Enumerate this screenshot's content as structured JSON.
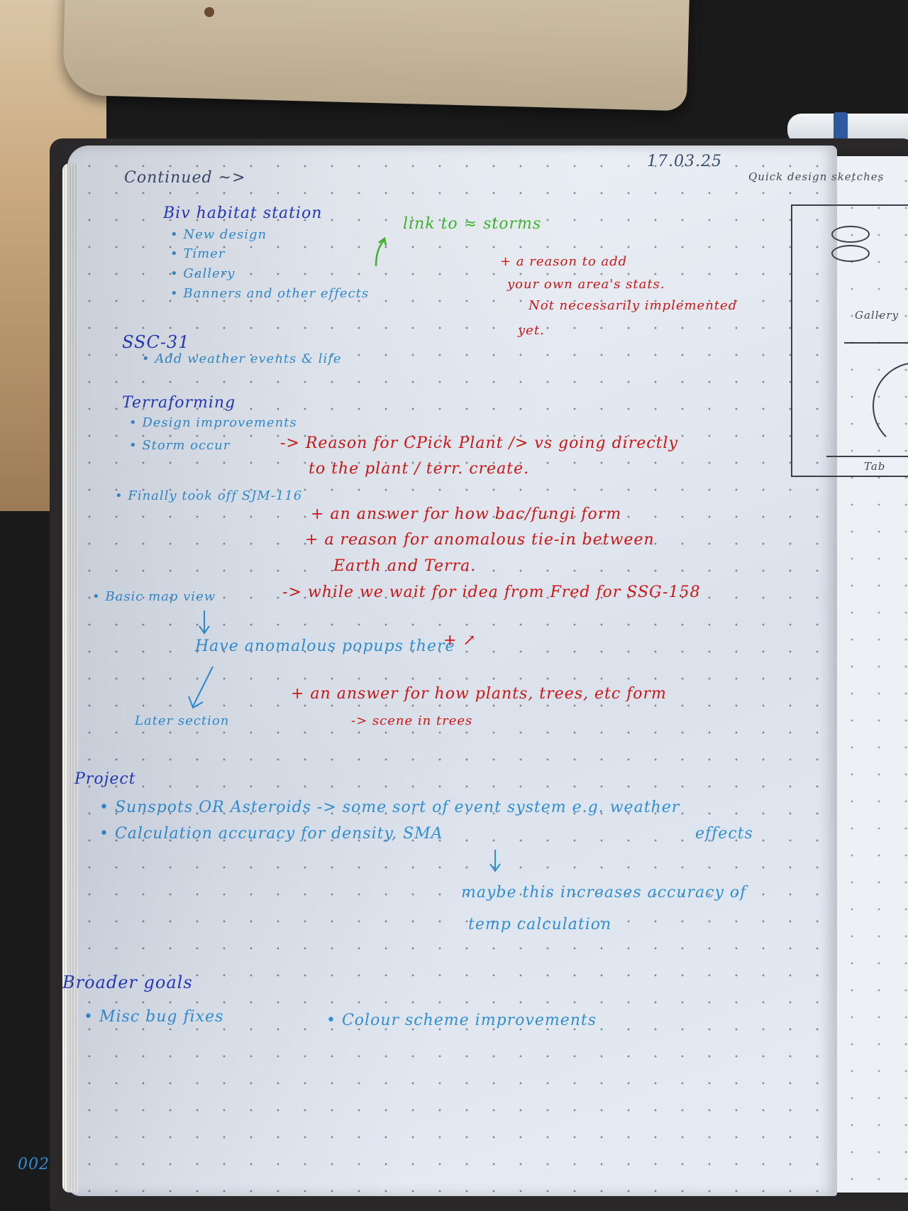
{
  "left_page": {
    "header": "Continued ~>",
    "date": "17.03.25",
    "section1": {
      "title": "Biv habitat station",
      "items": [
        "• New design",
        "• Timer",
        "• Gallery",
        "• Banners and other effects"
      ]
    },
    "green_note": "link to ≈ storms",
    "red_note_1": [
      "+ a reason to add",
      "your own area's stats.",
      "Not necessarily implemented",
      "yet."
    ],
    "section2": {
      "title": "SSC-31",
      "items": [
        "• Add weather events & life"
      ]
    },
    "section3": {
      "title": "Terraforming",
      "items": [
        "• Design improvements",
        "• Storm occur",
        "• Finally took off SJM-116"
      ]
    },
    "red_note_2": [
      "-> Reason for CPick Plant /> vs going directly",
      "to the plant / terr. create."
    ],
    "red_note_3": [
      "+ an answer for how bac/fungi form",
      "+ a reason for anomalous tie-in between",
      "Earth and Terra."
    ],
    "map_line": "• Basic map view",
    "map_red": "-> while we wait for idea from Fred for SSG-158",
    "map_sub": "Have anomalous popups there",
    "map_sub_red": "+ ↗",
    "red_note_4": "+ an answer for how plants, trees, etc form",
    "later_section": "Later section",
    "later_red": "-> scene in trees",
    "section4": {
      "title": "Project",
      "items": [
        "• Sunspots OR Asteroids -> some sort of event system e.g. weather",
        "• Calculation accuracy for density, SMA"
      ]
    },
    "effect_word": "effects",
    "maybe_line": [
      "maybe this increases accuracy of",
      "temp calculation"
    ],
    "section5": {
      "title": "Broader goals",
      "items": [
        "• Misc bug fixes",
        "• Colour scheme improvements"
      ]
    },
    "page_number": "002"
  },
  "right_page": {
    "header": "Quick design sketches",
    "gallery_label": "Gallery",
    "tab_label": "Tab"
  }
}
